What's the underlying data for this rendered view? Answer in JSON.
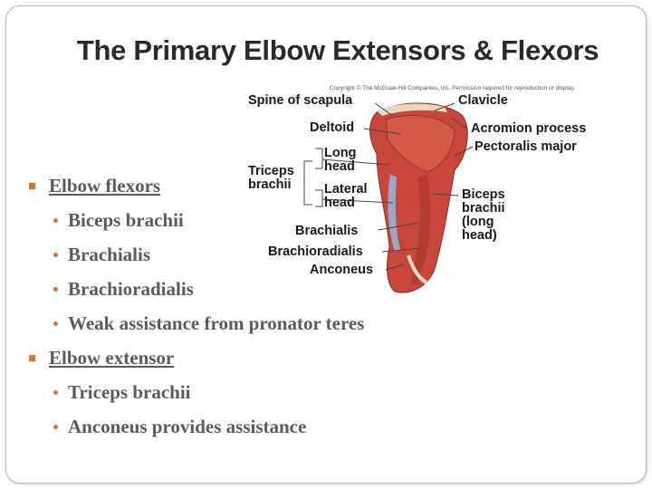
{
  "slide": {
    "title": "The Primary Elbow Extensors & Flexors",
    "bullets": [
      {
        "label": "Elbow flexors",
        "items": [
          "Biceps brachii",
          "Brachialis",
          "Brachioradialis",
          "Weak assistance from pronator teres"
        ]
      },
      {
        "label": "Elbow extensor",
        "items": [
          "Triceps brachii",
          "Anconeus provides assistance"
        ]
      }
    ]
  },
  "figure": {
    "copyright": "Copyright © The McGraw-Hill Companies, Inc. Permission required for reproduction or display.",
    "labels": {
      "spine_of_scapula": "Spine of scapula",
      "clavicle": "Clavicle",
      "deltoid": "Deltoid",
      "acromion_process": "Acromion process",
      "pectoralis_major": "Pectoralis major",
      "triceps_brachii": "Triceps brachii",
      "long_head": "Long head",
      "lateral_head": "Lateral head",
      "biceps_brachii_long_head": "Biceps brachii (long head)",
      "brachialis": "Brachialis",
      "brachioradialis": "Brachioradialis",
      "anconeus": "Anconeus"
    }
  },
  "colors": {
    "accent": "#d9733a",
    "muscle": "#c9463a",
    "tendon": "#e8d7c2",
    "bone": "#9aa7c7"
  }
}
